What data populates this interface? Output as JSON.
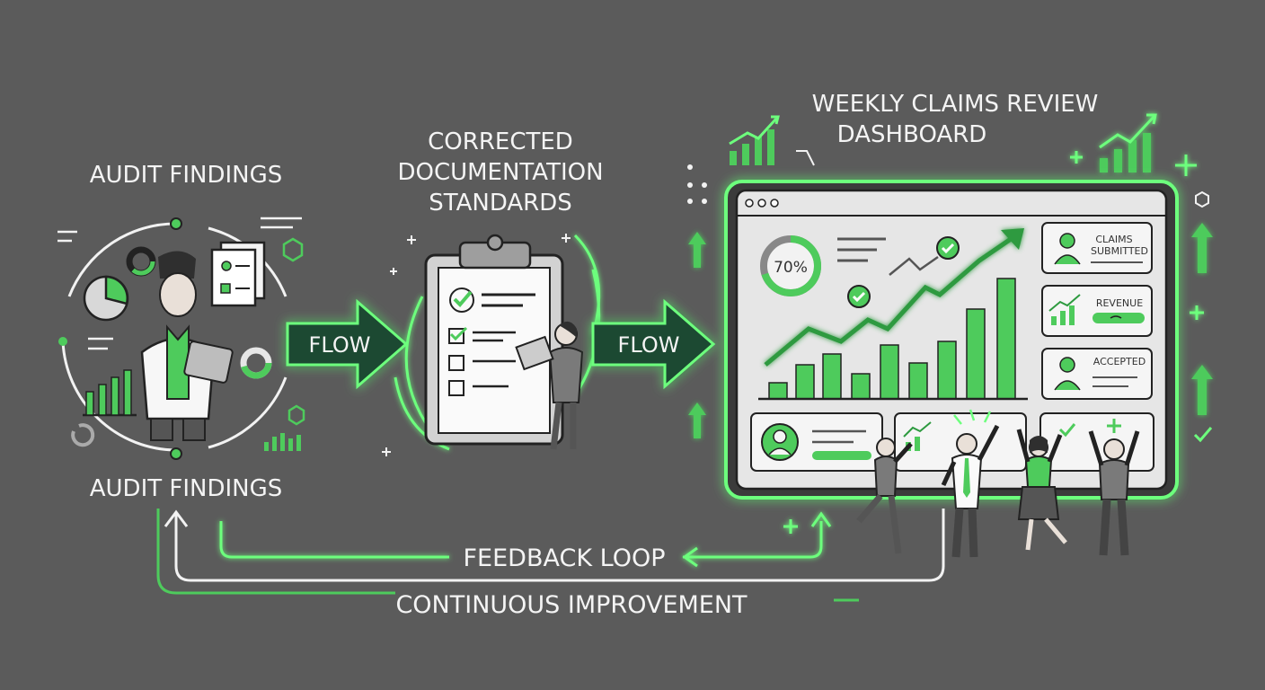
{
  "labels": {
    "audit_title": "AUDIT FINDINGS",
    "audit_subtitle": "AUDIT FINDINGS",
    "corrected_line1": "CORRECTED",
    "corrected_line2": "DOCUMENTATION",
    "corrected_line3": "STANDARDS",
    "flow1": "FLOW",
    "flow2": "FLOW",
    "dashboard_line1": "WEEKLY CLAIMS REVIEW",
    "dashboard_line2": "DASHBOARD",
    "feedback": "FEEDBACK LOOP",
    "continuous": "CONTINUOUS IMPROVEMENT"
  },
  "dashboard": {
    "gauge_value": "70%",
    "card_claims_line1": "CLAIMS",
    "card_claims_line2": "SUBMITTED",
    "card_revenue": "REVENUE",
    "card_accepted": "ACCEPTED"
  },
  "colors": {
    "background": "#5b5b5b",
    "accent_green": "#4ecb5c",
    "glow_green": "#6dff7d",
    "panel": "#e6e6e6",
    "line": "#f0f0f0"
  }
}
